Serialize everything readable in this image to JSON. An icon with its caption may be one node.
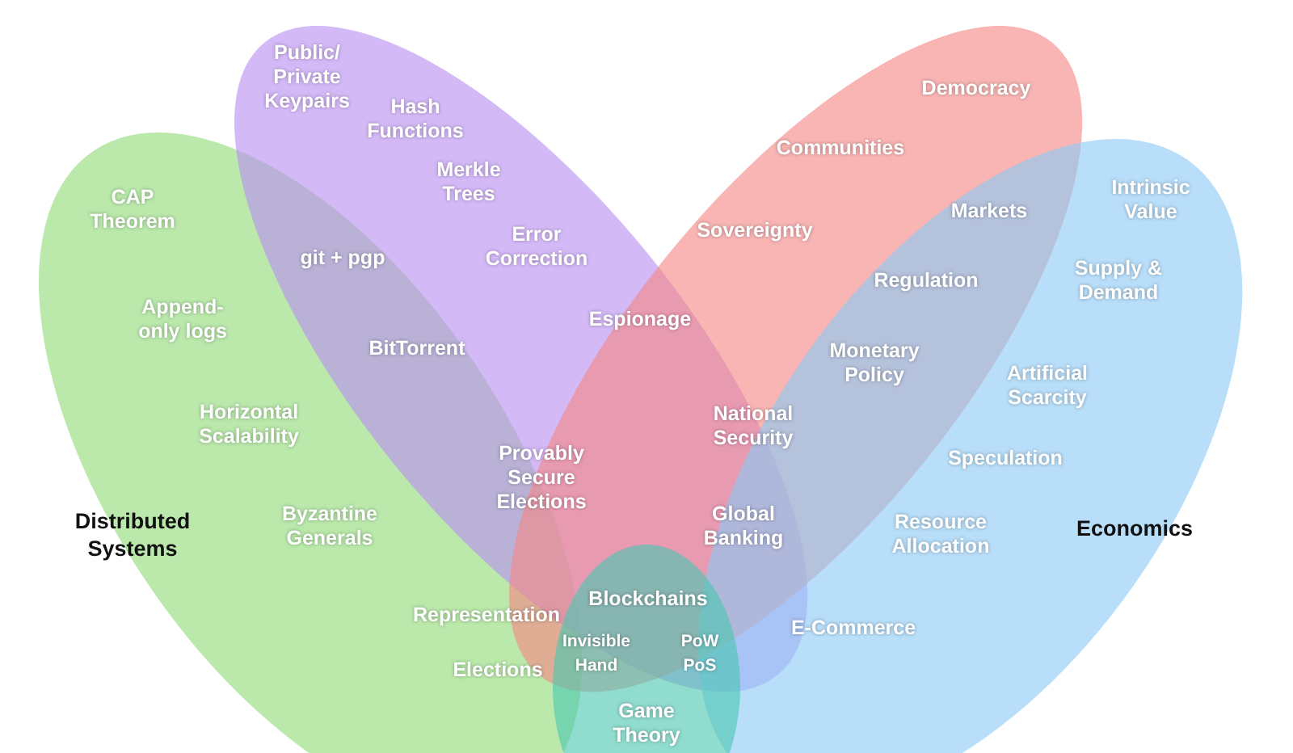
{
  "diagram": {
    "nodes": [
      {
        "text": [
          "Distributed Systems"
        ]
      },
      {
        "text": [],
        "shape": "ellipse"
      },
      {
        "text": [],
        "shape": "ellipse"
      },
      {
        "text": [
          "Economics"
        ]
      },
      {
        "text": [
          "Game Theory"
        ]
      }
    ],
    "labels": [
      "Public/ Private Keypairs",
      "Democracy",
      "Hash Functions",
      "Communities",
      "CAP Theorem",
      "Merkle Trees",
      "Markets",
      "Intrinsic Value",
      "git + pgp",
      "Error Correction",
      "Sovereignty",
      "Regulation",
      "Supply & Demand",
      "Append- only logs",
      "BitTorrent",
      "Espionage",
      "Monetary Policy",
      "Artificial Scarcity",
      "Horizontal Scalability",
      "Provably Secure Elections",
      "National Security",
      "Speculation",
      "Byzantine Generals",
      "Global Banking",
      "Resource Allocation",
      "Representation",
      "Blockchains",
      "E-Commerce",
      "Elections",
      "Invisible Hand",
      "PoW PoS"
    ]
  }
}
